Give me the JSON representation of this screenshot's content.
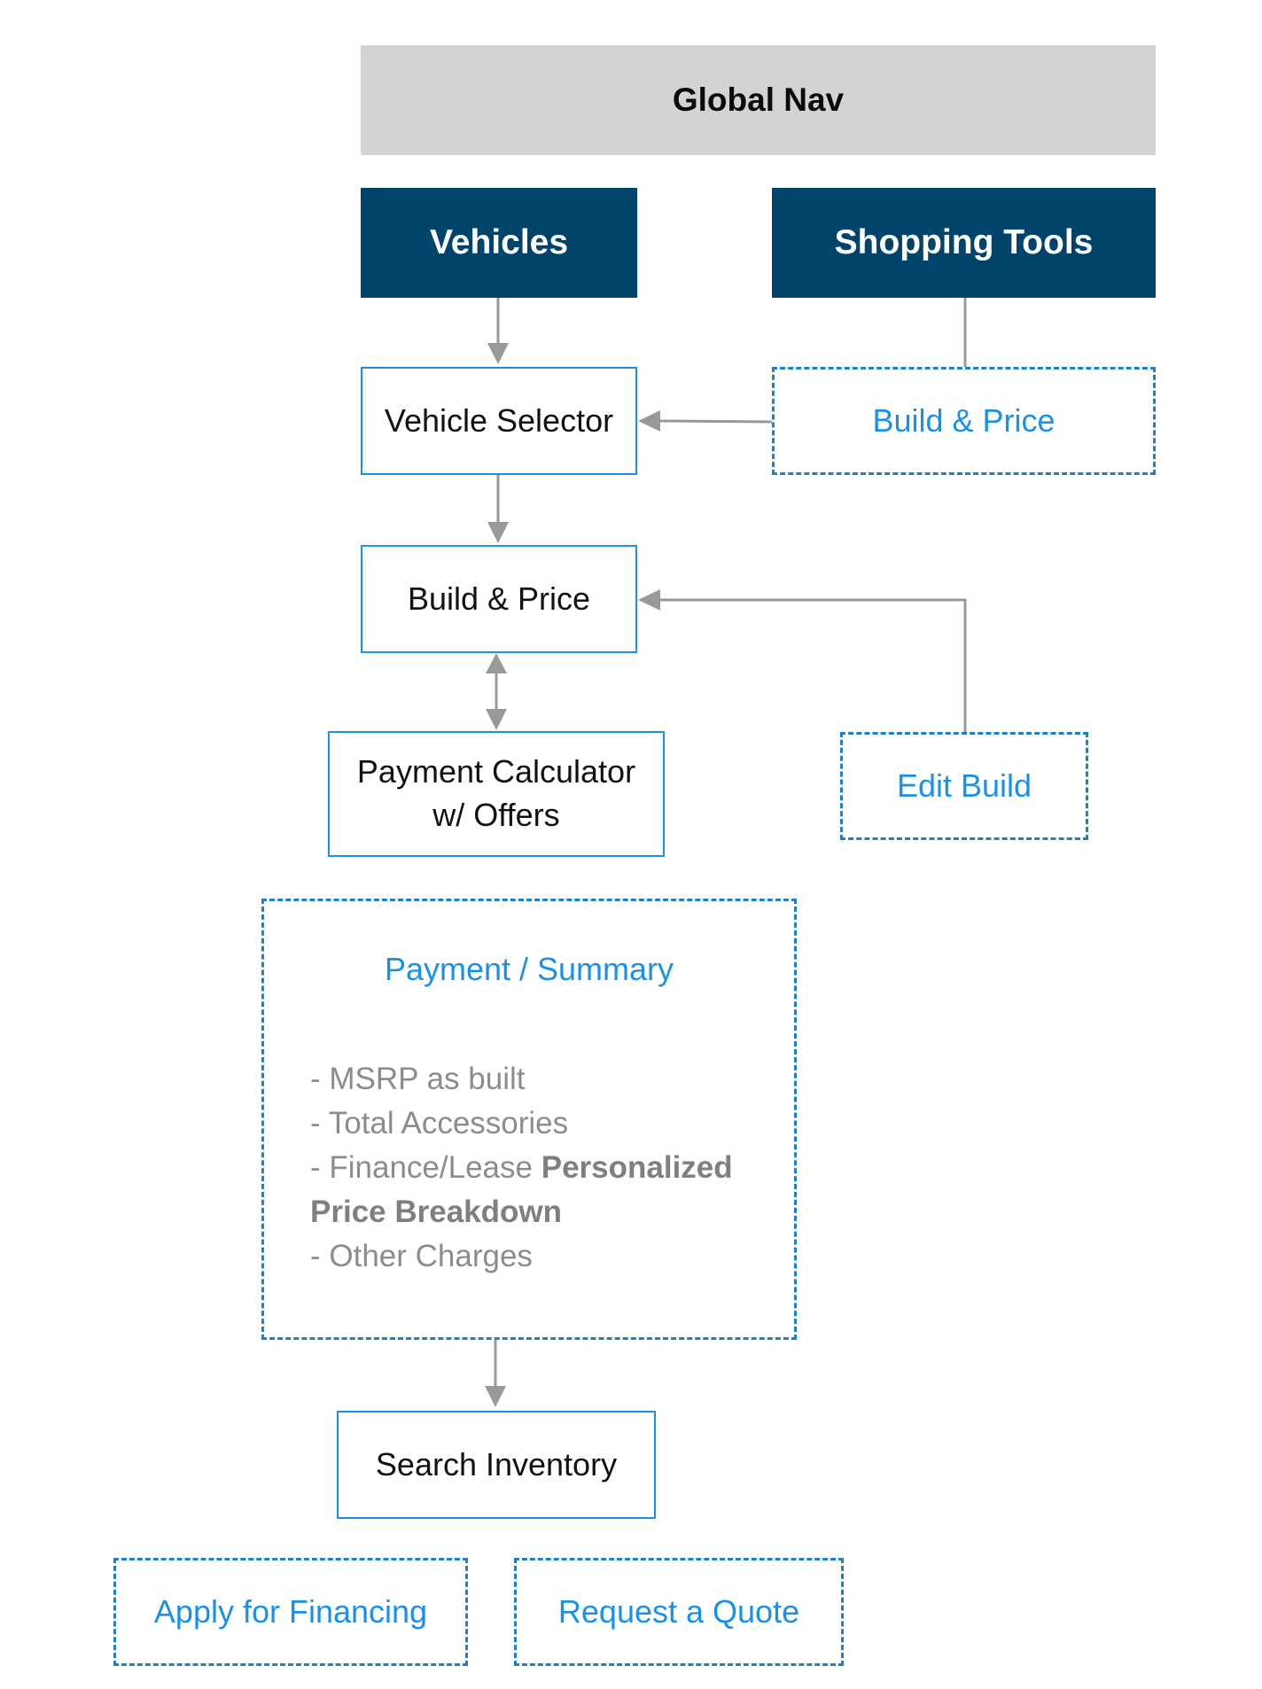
{
  "global_nav": {
    "label": "Global Nav"
  },
  "vehicles": {
    "label": "Vehicles"
  },
  "shopping_tools": {
    "label": "Shopping Tools"
  },
  "vehicle_selector": {
    "label": "Vehicle Selector"
  },
  "build_price_tool": {
    "label": "Build & Price"
  },
  "build_price": {
    "label": "Build & Price"
  },
  "payment_calculator": {
    "line1": "Payment Calculator",
    "line2": "w/ Offers"
  },
  "edit_build": {
    "label": "Edit Build"
  },
  "payment_summary": {
    "title": "Payment / Summary",
    "items": [
      "- MSRP as built",
      "- Total Accessories",
      "- Finance/Lease "
    ],
    "bold_text": "Personalized Price Breakdown",
    "last_item": "- Other Charges"
  },
  "search_inventory": {
    "label": "Search Inventory"
  },
  "apply_financing": {
    "label": "Apply for Financing"
  },
  "request_quote": {
    "label": "Request a Quote"
  },
  "colors": {
    "nav_bg": "#d3d3d3",
    "dark_bg": "#00446b",
    "solid_border": "#1f8fe0",
    "dashed_border": "#1f7fc4",
    "link_text": "#1a90e6",
    "connector": "#999999",
    "summary_text": "#8c8c8c"
  }
}
